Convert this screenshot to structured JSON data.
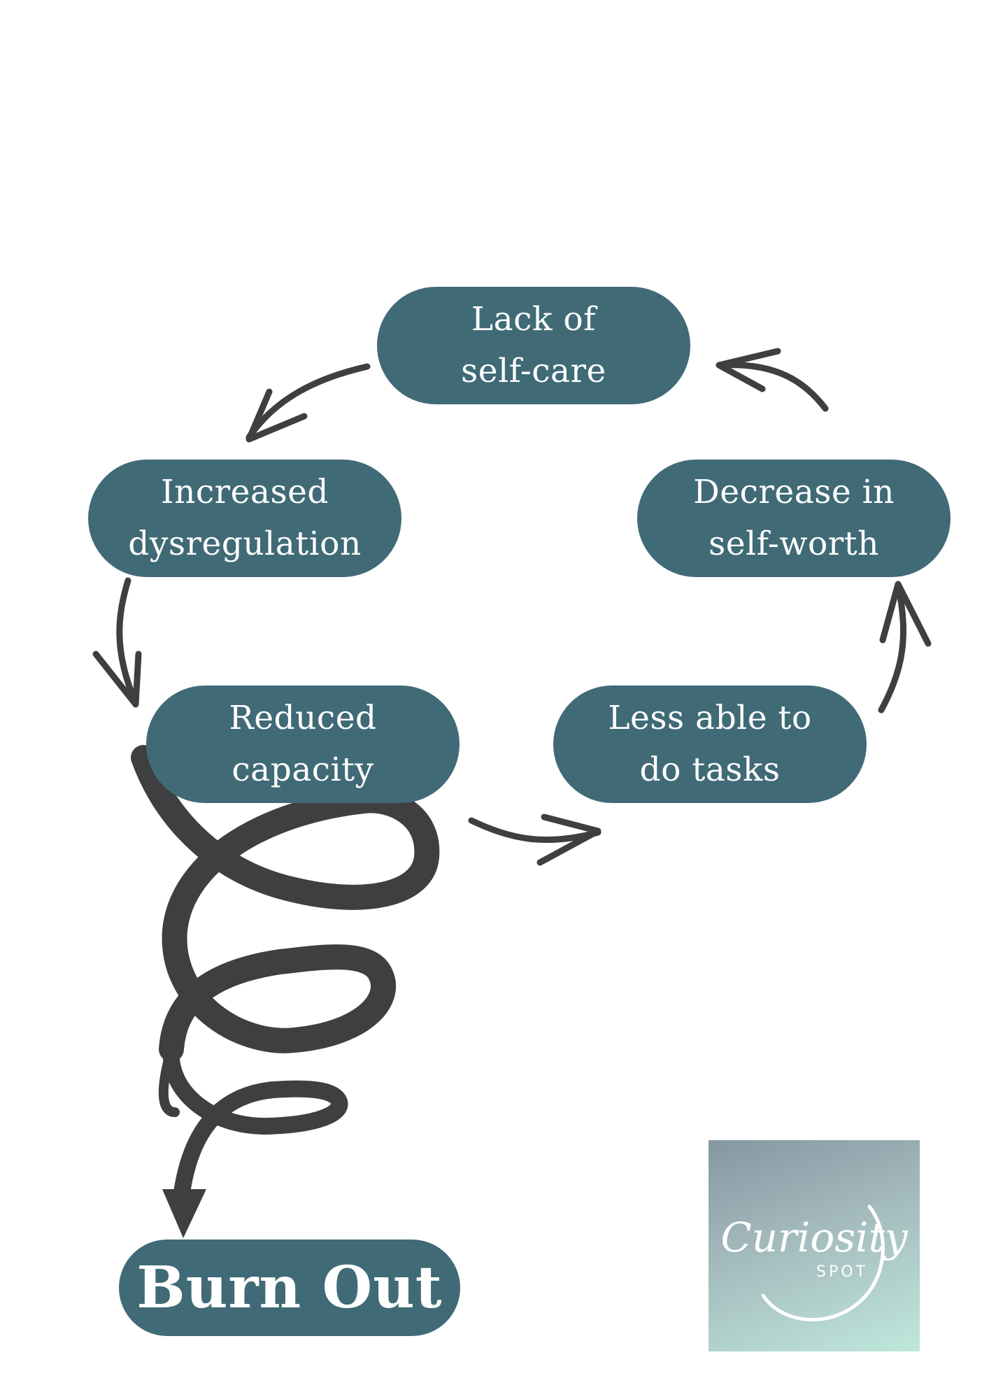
{
  "colors": {
    "node_fill": "#406a76",
    "node_text": "#ffffff",
    "arrow": "#3f3f41",
    "background": "#ffffff"
  },
  "nodes": {
    "lack_of_self_care": "Lack of\nself-care",
    "increased_dysregulation": "Increased\ndysregulation",
    "decrease_in_self_worth": "Decrease in\nself-worth",
    "reduced_capacity": "Reduced\ncapacity",
    "less_able_to_do_tasks": "Less able to\ndo tasks",
    "burn_out": "Burn Out"
  },
  "logo": {
    "word": "Curiosity",
    "sub": "SPOT"
  }
}
